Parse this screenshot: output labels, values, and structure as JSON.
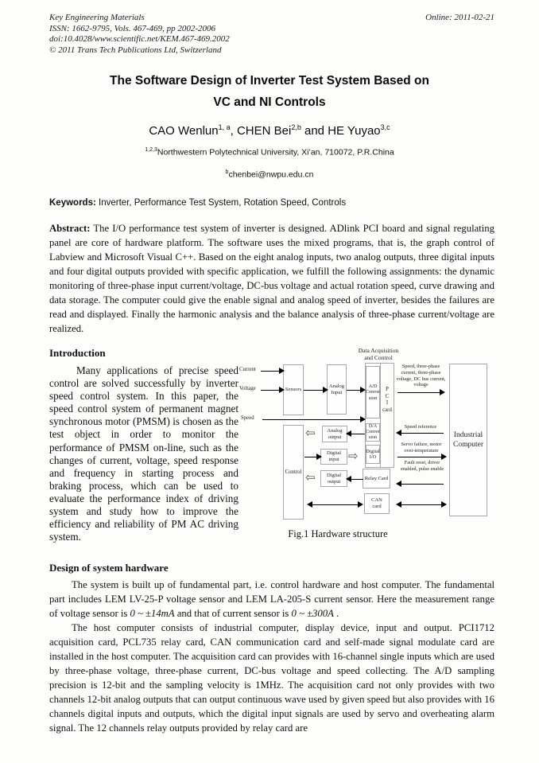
{
  "header": {
    "journal": "Key Engineering Materials",
    "issn": "ISSN: 1662-9795, Vols. 467-469, pp 2002-2006",
    "doi": "doi:10.4028/www.scientific.net/KEM.467-469.2002",
    "copyright": "© 2011 Trans Tech Publications Ltd, Switzerland",
    "online": "Online: 2011-02-21"
  },
  "title": {
    "line1": "The Software Design of Inverter Test System Based on",
    "line2": "VC and NI Controls"
  },
  "authors": {
    "a1": "CAO Wenlun",
    "a1sup": "1, a",
    "sep1": ", ",
    "a2": "CHEN Bei",
    "a2sup": "2,b",
    "sep2": " and ",
    "a3": "HE Yuyao",
    "a3sup": "3,c",
    "affil_sup": "1,2,3",
    "affiliation": "Northwestern Polytechnical University, Xi’an, 710072, P.R.China",
    "email_sup": "b",
    "email": "chenbei@nwpu.edu.cn"
  },
  "keywords": {
    "label": "Keywords:",
    "text": "Inverter, Performance Test System, Rotation Speed,  Controls"
  },
  "abstract": {
    "label": "Abstract:",
    "text": " The I/O performance test system of inverter is designed. ADlink PCI board and signal regulating panel are core of hardware platform. The software uses the mixed programs, that is, the graph control of Labview and Microsoft Visual C++. Based on the eight analog inputs, two analog outputs, three digital inputs and four digital outputs provided with specific application, we fulfill the following assignments: the dynamic monitoring of three-phase input current/voltage, DC-bus voltage and actual rotation speed, curve drawing and data storage. The computer could give the enable signal and analog speed of inverter, besides the failures are read and displayed. Finally the harmonic analysis and the balance analysis of three-phase current/voltage are realized."
  },
  "introduction": {
    "heading": "Introduction",
    "body": "Many applications of precise speed control are solved successfully by inverter speed control system. In this paper, the speed control system of permanent magnet synchronous motor (PMSM) is chosen as the test object in order to monitor the performance of PMSM on-line, such as the changes of current, voltage, speed response and frequency in starting process and braking process, which can be used to evaluate the performance index of driving system and study how to improve the efficiency and reliability of PM AC driving system."
  },
  "figure": {
    "caption": "Fig.1 Hardware structure",
    "daq_header_l1": "Data Acquisition",
    "daq_header_l2": "and Control",
    "labels": {
      "current": "Current",
      "voltage": "Voltage",
      "speed": "Speed"
    },
    "boxes": {
      "sensors": "Sensors",
      "control": "Control",
      "analog_input_l1": "Analog",
      "analog_input_l2": "Input",
      "ad_l1": "A/D",
      "ad_l2": "Conver",
      "ad_l3": "sion",
      "da_l1": "D/A",
      "da_l2": "Conver",
      "da_l3": "sion",
      "pci_l1": "P",
      "pci_l2": "C",
      "pci_l3": "I",
      "pci_l4": "card",
      "digital_io_l1": "Digital",
      "digital_io_l2": "I/O",
      "relay": "Relay Card",
      "can_l1": "CAN",
      "can_l2": "card",
      "analog_output_l1": "Analog",
      "analog_output_l2": "output",
      "digital_input_l1": "Digital",
      "digital_input_l2": "input",
      "digital_output_l1": "Digital",
      "digital_output_l2": "output",
      "industrial_l1": "Industrial",
      "industrial_l2": "Computer"
    },
    "annotations": {
      "to_pc_1": "Speed, three-phase current, three-phase voltage, DC bus current, voltage",
      "from_pc_1": "Speed reference",
      "to_pc_2": "Servo failure, motor over-temperature",
      "from_pc_2": "Fault reset, driver enabled, pulse enable"
    },
    "icons": {
      "hollow_left": "⇦",
      "hollow_right": "⇨"
    }
  },
  "design": {
    "heading": "Design of system hardware",
    "p1_t1": "The system is built up of fundamental part, i.e. control hardware and host computer. The fundamental part includes LEM LV-25-P voltage sensor and LEM LA-205-S current sensor. Here the measurement range of voltage sensor is ",
    "p1_m1": "0 ~ ±14mA",
    "p1_t2": " and  that of current sensor is ",
    "p1_m2": "0 ~ ±300A",
    "p1_t3": " .",
    "p2": "The host computer consists of industrial computer, display device, input and output. PCI1712 acquisition card, PCL735 relay card, CAN communication card and self-made signal modulate card are installed in the host computer. The acquisition card can provides with 16-channel single inputs which are used by three-phase voltage, three-phase current, DC-bus voltage and speed collecting. The A/D sampling precision is 12-bit and the sampling velocity is 1MHz. The acquisition card not only provides with two channels 12-bit analog outputs that can output continuous wave used by given speed but also provides with 16 channels digital inputs and outputs, which the digital input signals are used by servo and overheating alarm signal. The 12 channels relay outputs provided by relay card are"
  }
}
